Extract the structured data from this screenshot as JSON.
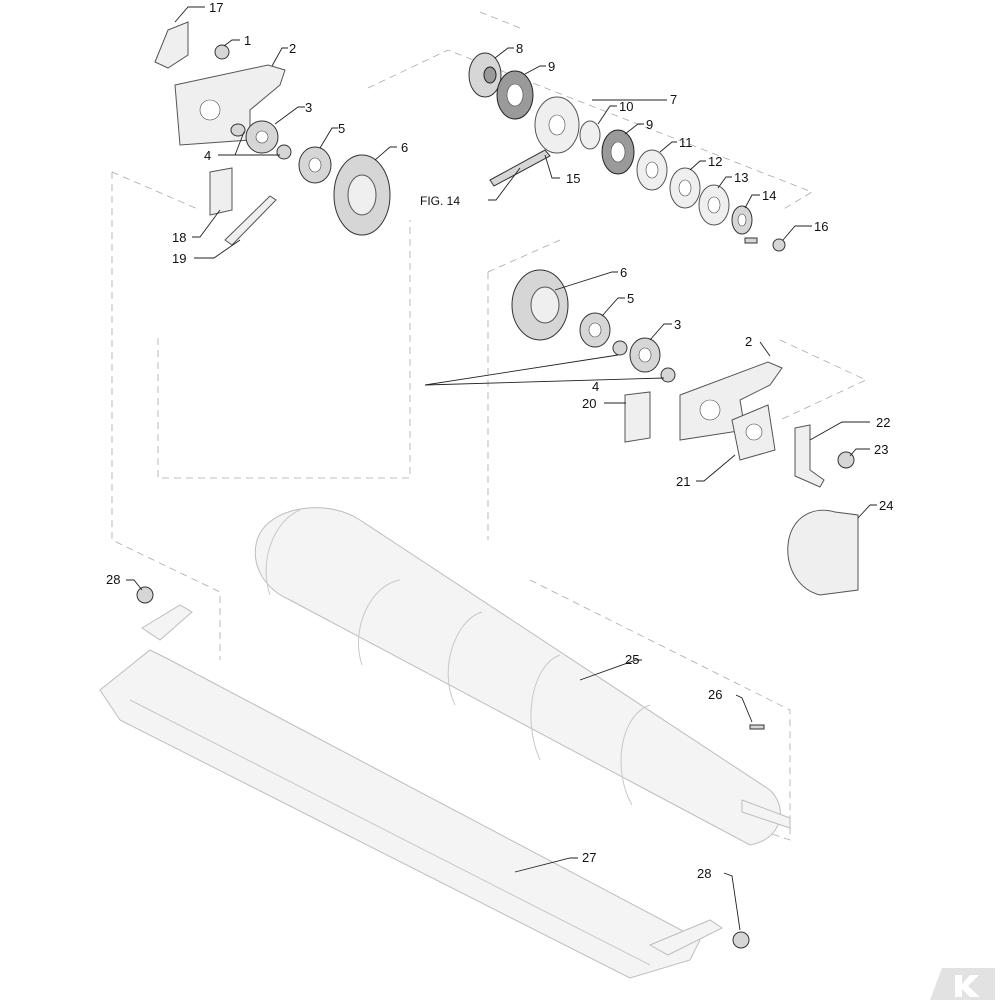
{
  "callouts": [
    {
      "id": "17",
      "label": "17"
    },
    {
      "id": "1",
      "label": "1"
    },
    {
      "id": "2",
      "label": "2"
    },
    {
      "id": "3",
      "label": "3"
    },
    {
      "id": "4",
      "label": "4"
    },
    {
      "id": "5",
      "label": "5"
    },
    {
      "id": "6",
      "label": "6"
    },
    {
      "id": "18",
      "label": "18"
    },
    {
      "id": "19",
      "label": "19"
    },
    {
      "id": "8",
      "label": "8"
    },
    {
      "id": "9a",
      "label": "9"
    },
    {
      "id": "7",
      "label": "7"
    },
    {
      "id": "10",
      "label": "10"
    },
    {
      "id": "9b",
      "label": "9"
    },
    {
      "id": "11",
      "label": "11"
    },
    {
      "id": "12",
      "label": "12"
    },
    {
      "id": "13",
      "label": "13"
    },
    {
      "id": "14",
      "label": "14"
    },
    {
      "id": "16",
      "label": "16"
    },
    {
      "id": "15",
      "label": "15"
    },
    {
      "id": "fig14",
      "label": "FIG. 14"
    },
    {
      "id": "6b",
      "label": "6"
    },
    {
      "id": "5b",
      "label": "5"
    },
    {
      "id": "3b",
      "label": "3"
    },
    {
      "id": "2b",
      "label": "2"
    },
    {
      "id": "4b",
      "label": "4"
    },
    {
      "id": "20",
      "label": "20"
    },
    {
      "id": "22",
      "label": "22"
    },
    {
      "id": "23",
      "label": "23"
    },
    {
      "id": "21",
      "label": "21"
    },
    {
      "id": "24",
      "label": "24"
    },
    {
      "id": "28a",
      "label": "28"
    },
    {
      "id": "25",
      "label": "25"
    },
    {
      "id": "26",
      "label": "26"
    },
    {
      "id": "27",
      "label": "27"
    },
    {
      "id": "28b",
      "label": "28"
    }
  ],
  "logo": {
    "name": "k-logo-icon"
  }
}
